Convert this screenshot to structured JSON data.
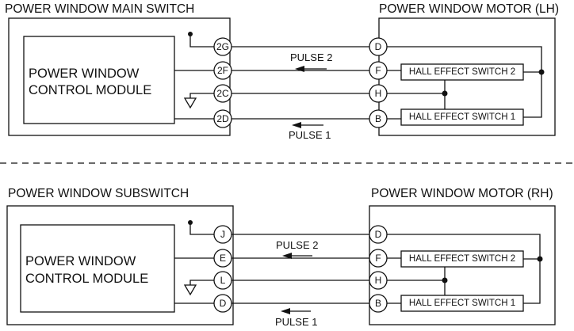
{
  "top": {
    "left_title": "POWER WINDOW MAIN SWITCH",
    "right_title": "POWER WINDOW MOTOR (LH)",
    "module_line1": "POWER WINDOW",
    "module_line2": "CONTROL MODULE",
    "left_pins": [
      "2G",
      "2F",
      "2C",
      "2D"
    ],
    "right_pins": [
      "D",
      "F",
      "H",
      "B"
    ],
    "hall_switch_2": "HALL EFFECT SWITCH 2",
    "hall_switch_1": "HALL EFFECT SWITCH 1",
    "pulse_2": "PULSE 2",
    "pulse_1": "PULSE 1"
  },
  "bottom": {
    "left_title": "POWER WINDOW SUBSWITCH",
    "right_title": "POWER WINDOW MOTOR (RH)",
    "module_line1": "POWER WINDOW",
    "module_line2": "CONTROL MODULE",
    "left_pins": [
      "J",
      "E",
      "L",
      "D"
    ],
    "right_pins": [
      "D",
      "F",
      "H",
      "B"
    ],
    "hall_switch_2": "HALL EFFECT SWITCH 2",
    "hall_switch_1": "HALL EFFECT SWITCH 1",
    "pulse_2": "PULSE 2",
    "pulse_1": "PULSE 1"
  }
}
